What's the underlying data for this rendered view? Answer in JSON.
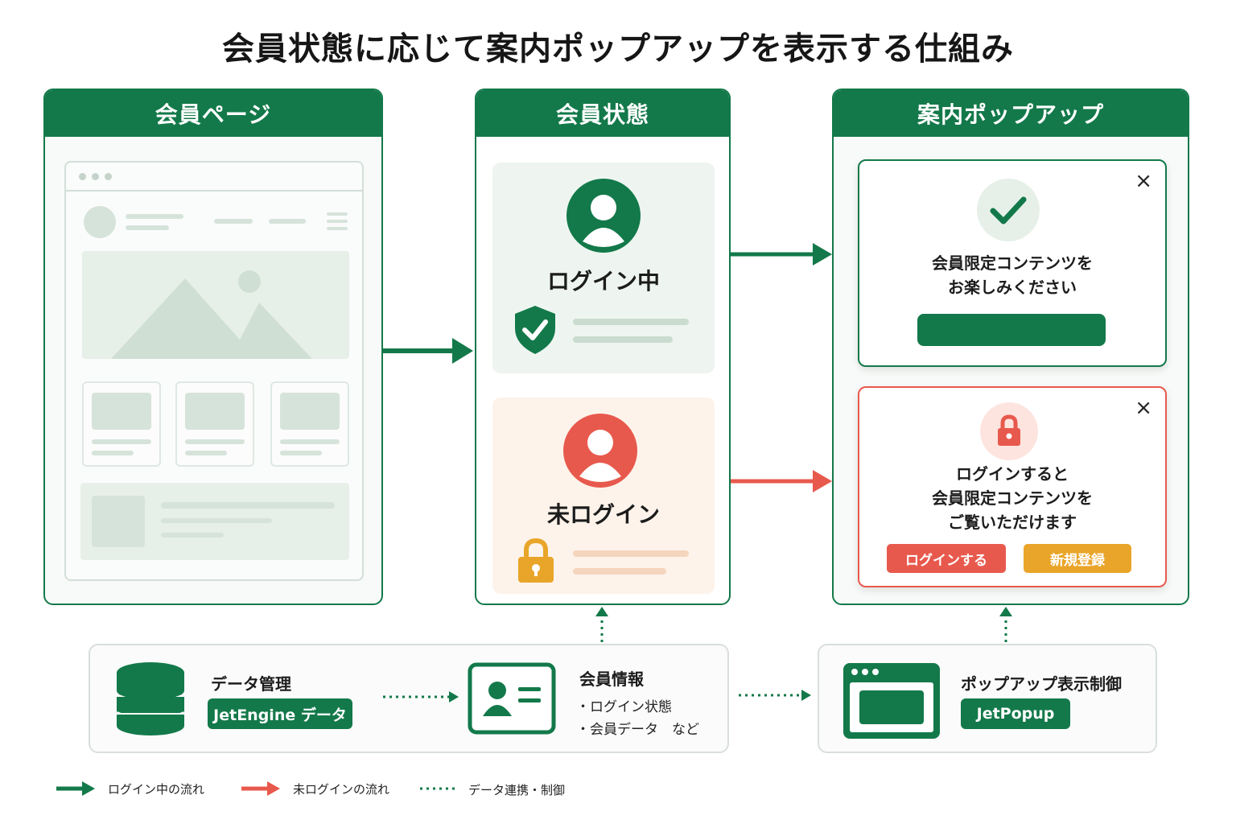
{
  "title": "会員状態に応じて案内ポップアップを表示する仕組み",
  "panels": {
    "member_page": {
      "header": "会員ページ"
    },
    "member_status": {
      "header": "会員状態",
      "logged_in": "ログイン中",
      "not_logged_in": "未ログイン"
    },
    "popup": {
      "header": "案内ポップアップ",
      "logged_in_popup": {
        "line1": "会員限定コンテンツを",
        "line2": "お楽しみください",
        "close": "×"
      },
      "guest_popup": {
        "line1": "ログインすると",
        "line2": "会員限定コンテンツを",
        "line3": "ご覧いただけます",
        "login_button": "ログインする",
        "register_button": "新規登録",
        "close": "×"
      }
    }
  },
  "bottom": {
    "data_management": {
      "title": "データ管理",
      "tag": "JetEngine データ"
    },
    "member_info": {
      "title": "会員情報",
      "items": [
        "・ログイン状態",
        "・会員データ　など"
      ]
    },
    "popup_control": {
      "title": "ポップアップ表示制御",
      "tag": "JetPopup"
    }
  },
  "legend": {
    "logged_in_flow": "ログイン中の流れ",
    "guest_flow": "未ログインの流れ",
    "data_link": "データ連携・制御"
  },
  "colors": {
    "green": "#13794a",
    "red": "#e8594d",
    "orange": "#e9a52a"
  }
}
